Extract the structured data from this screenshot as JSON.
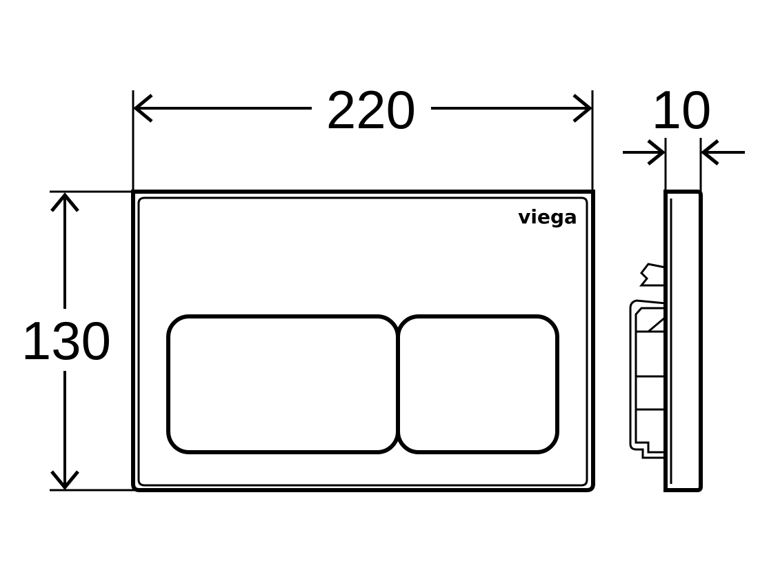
{
  "dimensions": {
    "width": "220",
    "height": "130",
    "depth": "10"
  },
  "brand": {
    "logo_text": "viega"
  },
  "colors": {
    "line": "#000000",
    "background": "#ffffff"
  }
}
